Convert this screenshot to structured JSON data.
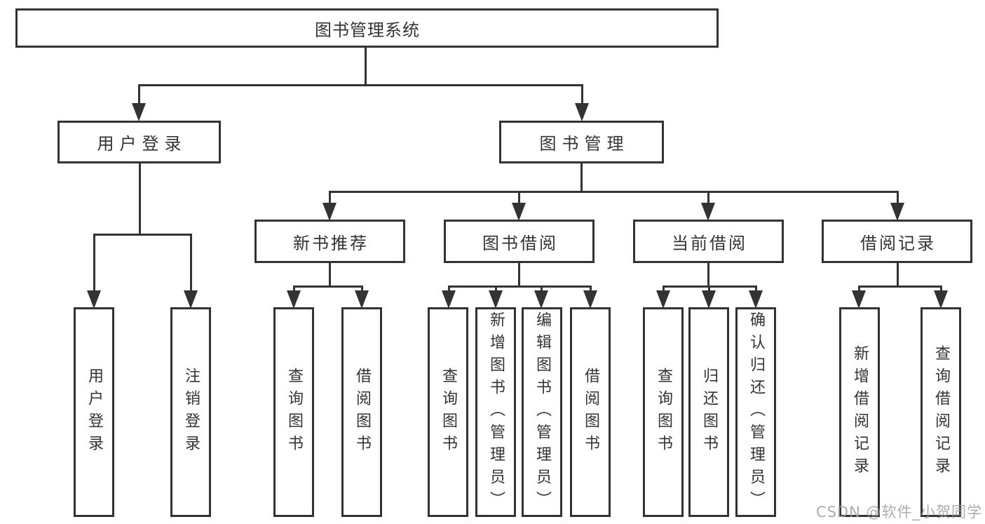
{
  "tree": {
    "root": {
      "label": "图书管理系统"
    },
    "children": [
      {
        "label": "用户登录",
        "children": [
          {
            "label": "用户登录"
          },
          {
            "label": "注销登录"
          }
        ]
      },
      {
        "label": "图书管理",
        "children": [
          {
            "label": "新书推荐",
            "children": [
              {
                "label": "查询图书"
              },
              {
                "label": "借阅图书"
              }
            ]
          },
          {
            "label": "图书借阅",
            "children": [
              {
                "label": "查询图书"
              },
              {
                "label": "新增图书（管理员）"
              },
              {
                "label": "编辑图书（管理员）"
              },
              {
                "label": "借阅图书"
              }
            ]
          },
          {
            "label": "当前借阅",
            "children": [
              {
                "label": "查询图书"
              },
              {
                "label": "归还图书"
              },
              {
                "label": "确认归还（管理员）"
              }
            ]
          },
          {
            "label": "借阅记录",
            "children": [
              {
                "label": "新增借阅记录"
              },
              {
                "label": "查询借阅记录"
              }
            ]
          }
        ]
      }
    ]
  },
  "watermark": {
    "text": "CSDN @软件_小贺同学"
  },
  "colors": {
    "line": "#333333",
    "box_border": "#333333",
    "box_fill": "#ffffff",
    "text": "#333333",
    "watermark": "#9e9e9e",
    "background": "#ffffff"
  }
}
